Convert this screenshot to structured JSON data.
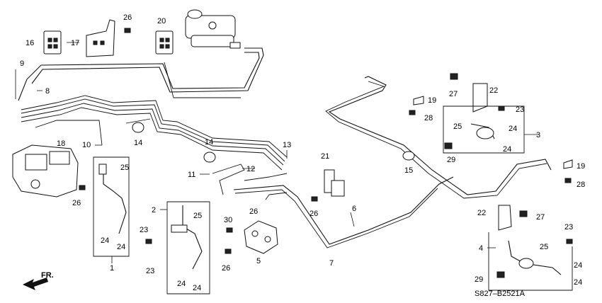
{
  "diagram_code": "S827–B2521A",
  "direction_marker": "FR.",
  "callouts": [
    "1",
    "2",
    "3",
    "4",
    "5",
    "6",
    "7",
    "8",
    "9",
    "10",
    "11",
    "12",
    "13",
    "14",
    "14",
    "15",
    "16",
    "17",
    "18",
    "19",
    "19",
    "20",
    "21",
    "22",
    "22",
    "23",
    "23",
    "23",
    "23",
    "24",
    "24",
    "24",
    "24",
    "24",
    "24",
    "24",
    "24",
    "25",
    "25",
    "25",
    "25",
    "26",
    "26",
    "26",
    "26",
    "26",
    "27",
    "27",
    "28",
    "28",
    "29",
    "29",
    "30"
  ]
}
